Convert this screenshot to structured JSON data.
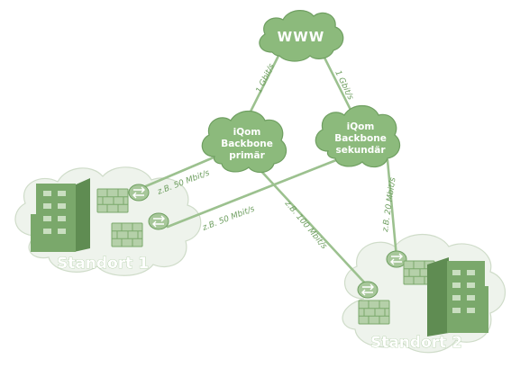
{
  "nodes": {
    "www": "WWW",
    "backbone_primary": [
      "iQom",
      "Backbone",
      "primär"
    ],
    "backbone_secondary": [
      "iQom",
      "Backbone",
      "sekundär"
    ],
    "site1": "Standort 1",
    "site2": "Standort 2"
  },
  "links": {
    "www_primary": "1 Gbit/s",
    "www_secondary": "1 Gbit/s",
    "primary_site1": "z.B. 50 Mbit/s",
    "secondary_site1": "z.B. 50 Mbit/s",
    "primary_site2": "z.B. 100 Mbit/s",
    "secondary_site2": "z.B. 20 Mbit/s"
  },
  "colors": {
    "cloud_green": "#8cba7c",
    "cloud_pale": "#eef3ec",
    "link": "#9cc18f",
    "building": "#7aa86b"
  }
}
